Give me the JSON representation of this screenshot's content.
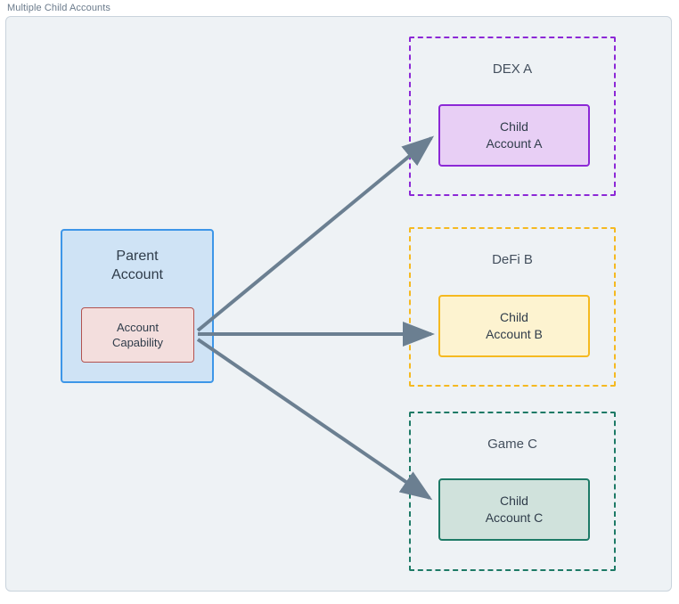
{
  "diagram": {
    "title": "Multiple Child Accounts",
    "colors": {
      "canvas": "#eef2f5",
      "frame_border": "#c9d3dc",
      "title_text": "#6b7b8c",
      "node_text": "#2f3c4a",
      "arrow": "#6b7f91",
      "parent_fill": "#cfe3f5",
      "parent_border": "#3d96e8",
      "capability_fill": "#f3dedd",
      "capability_border": "#b2524f",
      "dex_accent": "#8c28d6",
      "dex_fill": "#e8cff5",
      "defi_accent": "#f5b920",
      "defi_fill": "#fdf3d0",
      "game_accent": "#1d7a66",
      "game_fill": "#d0e2dc"
    },
    "parent": {
      "label_line1": "Parent",
      "label_line2": "Account",
      "capability_line1": "Account",
      "capability_line2": "Capability"
    },
    "groups": [
      {
        "id": "dex-a",
        "label": "DEX A",
        "child_line1": "Child",
        "child_line2": "Account A"
      },
      {
        "id": "defi-b",
        "label": "DeFi B",
        "child_line1": "Child",
        "child_line2": "Account B"
      },
      {
        "id": "game-c",
        "label": "Game C",
        "child_line1": "Child",
        "child_line2": "Account C"
      }
    ],
    "connectors": [
      {
        "id": "capability-to-child-a",
        "from": "Account Capability",
        "to": "Child Account A"
      },
      {
        "id": "capability-to-child-b",
        "from": "Account Capability",
        "to": "Child Account B"
      },
      {
        "id": "capability-to-child-c",
        "from": "Account Capability",
        "to": "Child Account C"
      }
    ]
  }
}
